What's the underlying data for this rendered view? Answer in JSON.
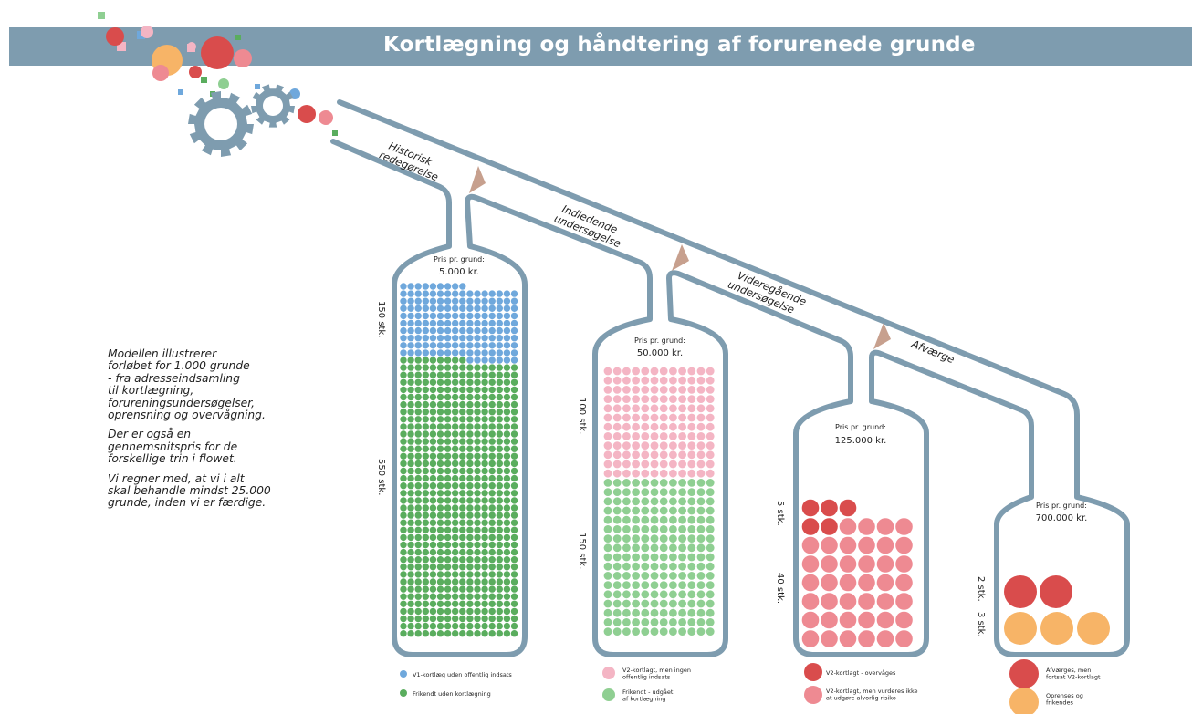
{
  "title": "Kortlægning og håndtering af forurenede grunde",
  "intro": [
    "Modellen illustrerer\nforløbet for 1.000 grunde\n- fra adresseindsamling\ntil kortlægning,\nforureningsundersøgelser,\noprensning og overvågning.",
    "Der er også en\ngennemsnitspris for de\nforskellige trin i flowet.",
    "Vi regner med, at vi i alt\nskal behandle mindst 25.000\ngrunde, inden vi er færdige."
  ],
  "stages": [
    "Historisk\nredegørelse",
    "Indledende\nundersøgelse",
    "Videregående\nundersøgelse",
    "Afværge"
  ],
  "price_label": "Pris pr. grund:",
  "bottles": [
    {
      "price": "5.000 kr.",
      "counts": [
        "150 stk.",
        "550 stk."
      ],
      "legend": [
        {
          "label": "V1-kortlæg uden offentlig indsats",
          "color": "#6fa8dc"
        },
        {
          "label": "Frikendt uden kortlægning",
          "color": "#5aad5e"
        }
      ]
    },
    {
      "price": "50.000 kr.",
      "counts": [
        "100 stk.",
        "150 stk."
      ],
      "legend": [
        {
          "label": "V2-kortlagt, men ingen offentlig indsats",
          "color": "#f4b5c4"
        },
        {
          "label": "Frikendt - udgået af kortlægning",
          "color": "#8fcf92"
        }
      ]
    },
    {
      "price": "125.000 kr.",
      "counts": [
        "5 stk.",
        "40 stk."
      ],
      "legend": [
        {
          "label": "V2-kortlagt - overvåges",
          "color": "#d94c4c"
        },
        {
          "label": "V2-kortlagt, men vurderes ikke at udgøre alvorlig risiko",
          "color": "#ee8a92"
        }
      ]
    },
    {
      "price": "700.000 kr.",
      "counts": [
        "2 stk.",
        "3 stk."
      ],
      "legend": [
        {
          "label": "Afværges, men fortsat V2-kortlagt",
          "color": "#d94c4c"
        },
        {
          "label": "Oprenses og frikendes",
          "color": "#f7b467"
        }
      ]
    }
  ],
  "colors": {
    "banner": "#7e9caf",
    "pipe": "#7e9caf",
    "arrow": "#c7a08e",
    "blue": "#6fa8dc",
    "green": "#5aad5e",
    "pink": "#f4b5c4",
    "lightgreen": "#8fcf92",
    "red": "#d94c4c",
    "salmon": "#ee8a92",
    "orange": "#f7b467"
  },
  "icons": [
    "gear-icon",
    "flow-arrow-icon"
  ]
}
